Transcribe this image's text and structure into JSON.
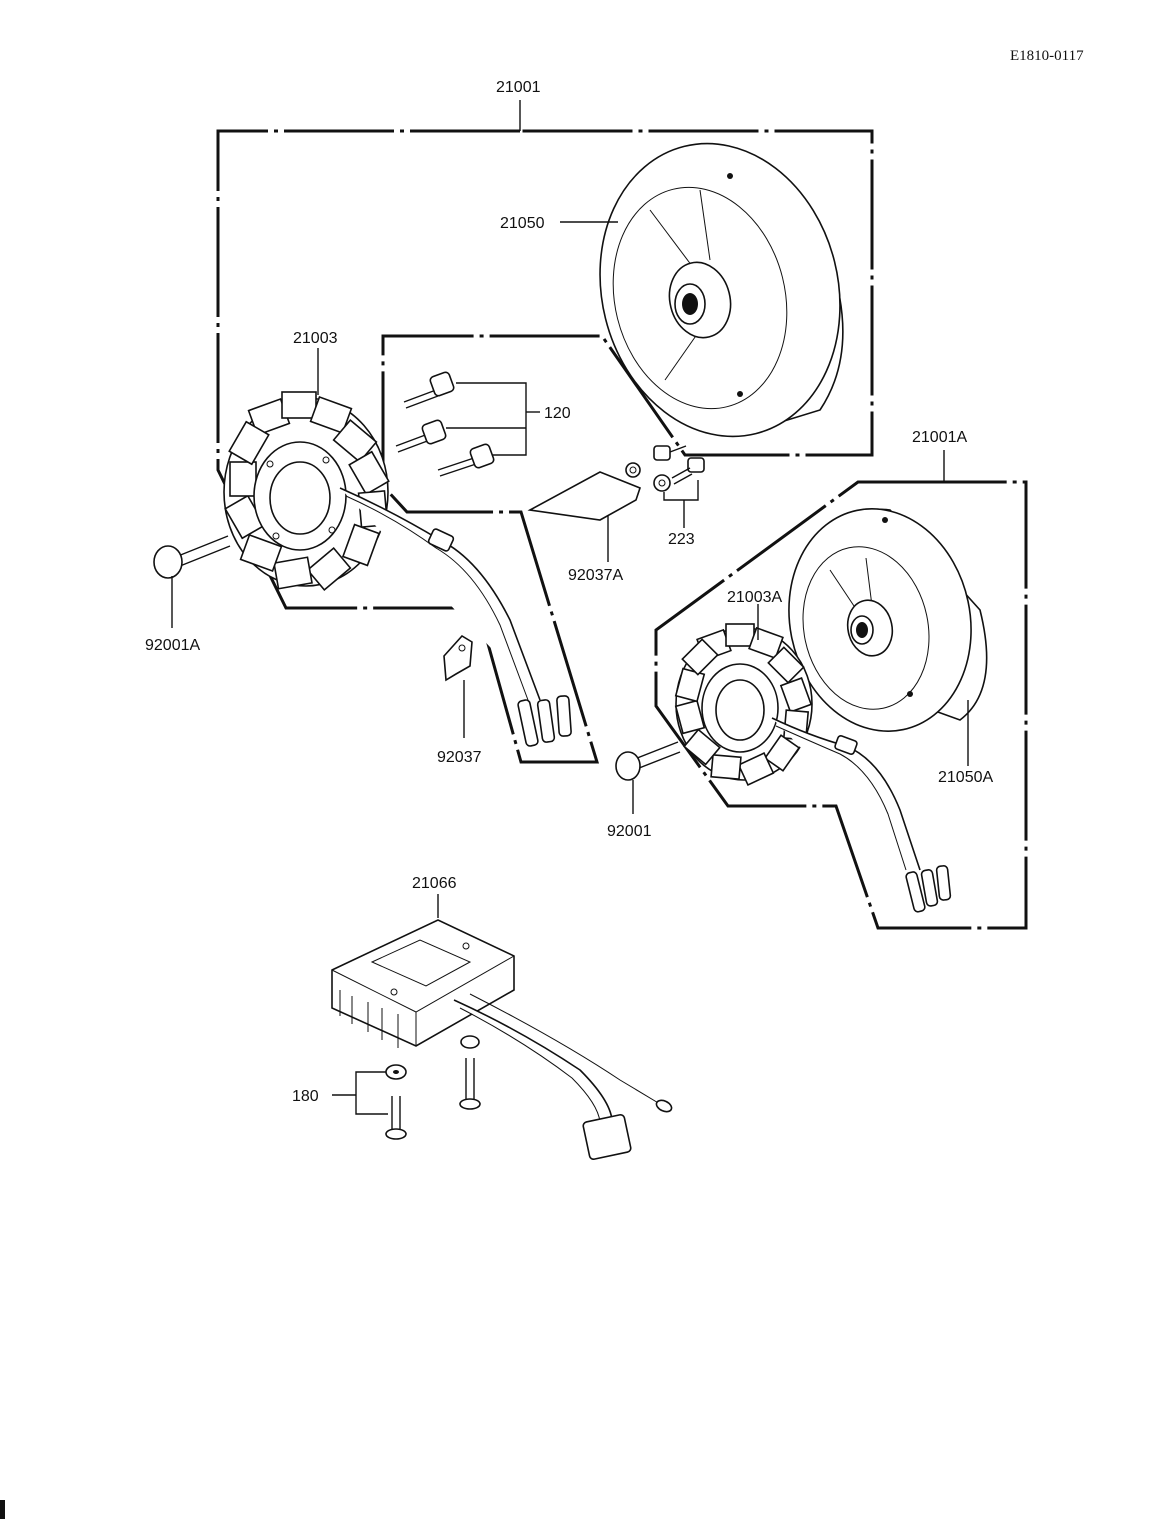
{
  "drawing_code": "E1810-0117",
  "labels": {
    "p21001": "21001",
    "p21050": "21050",
    "p21003": "21003",
    "p120": "120",
    "p223": "223",
    "p92037A": "92037A",
    "p92001A": "92001A",
    "p92037": "92037",
    "p21001A": "21001A",
    "p21003A": "21003A",
    "p21050A": "21050A",
    "p92001": "92001",
    "p21066": "21066",
    "p180": "180"
  }
}
